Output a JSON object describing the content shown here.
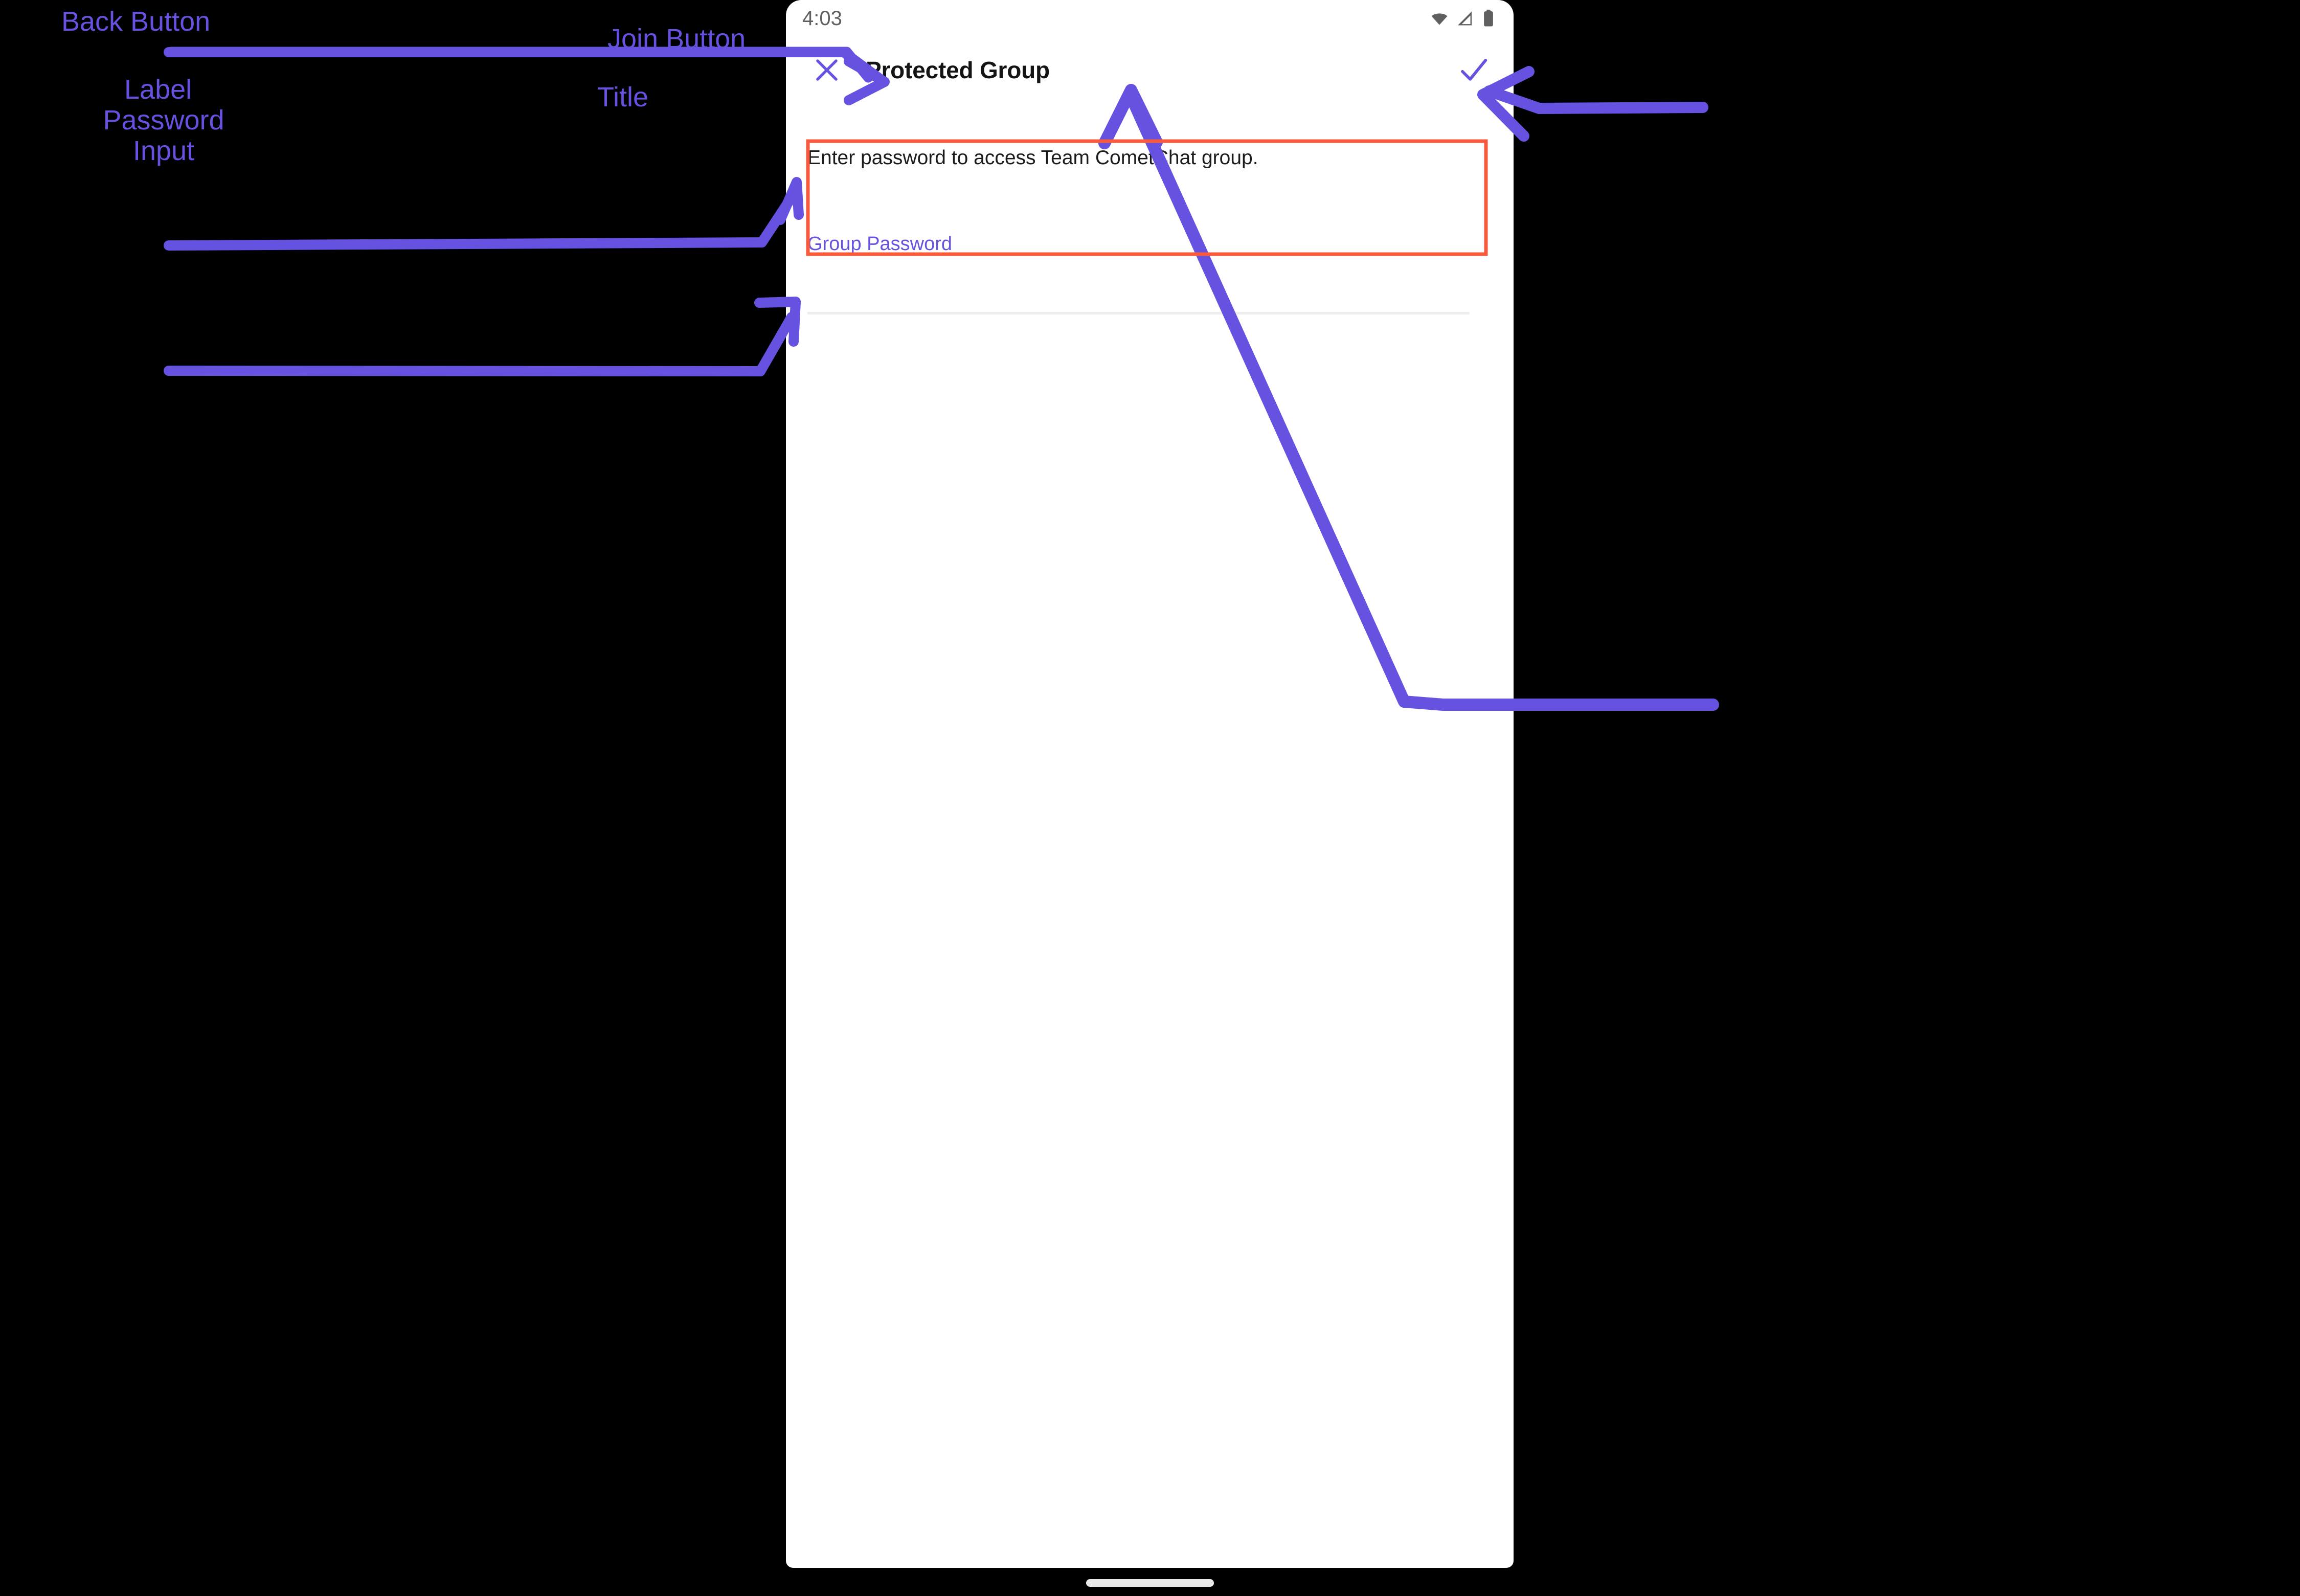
{
  "device": {
    "status_bar": {
      "time": "4:03",
      "icons": [
        "wifi-icon",
        "cellular-signal-icon",
        "battery-icon"
      ]
    },
    "gesture_bar": "home-indicator"
  },
  "app_bar": {
    "close_icon": "close-icon",
    "title": "Protected Group",
    "confirm_icon": "check-icon"
  },
  "content": {
    "description": "Enter password to access Team CometChat group.",
    "password_field": {
      "label": "Group Password",
      "value": "",
      "placeholder": ""
    }
  },
  "annotations": [
    {
      "name": "back-button",
      "text": "Back Button"
    },
    {
      "name": "label",
      "text": "Label"
    },
    {
      "name": "password-input",
      "text": "Password\nInput"
    },
    {
      "name": "join-button",
      "text": "Join Button"
    },
    {
      "name": "title",
      "text": "Title"
    }
  ],
  "colors": {
    "accent_purple": "#6652e0",
    "annotation_purple": "#6652e0",
    "highlight_red": "#fa5a3c",
    "background_black": "#000000",
    "screen_white": "#ffffff",
    "status_gray": "#5f5f5f",
    "divider_gray": "#eeeeee",
    "title_black": "#141414"
  }
}
